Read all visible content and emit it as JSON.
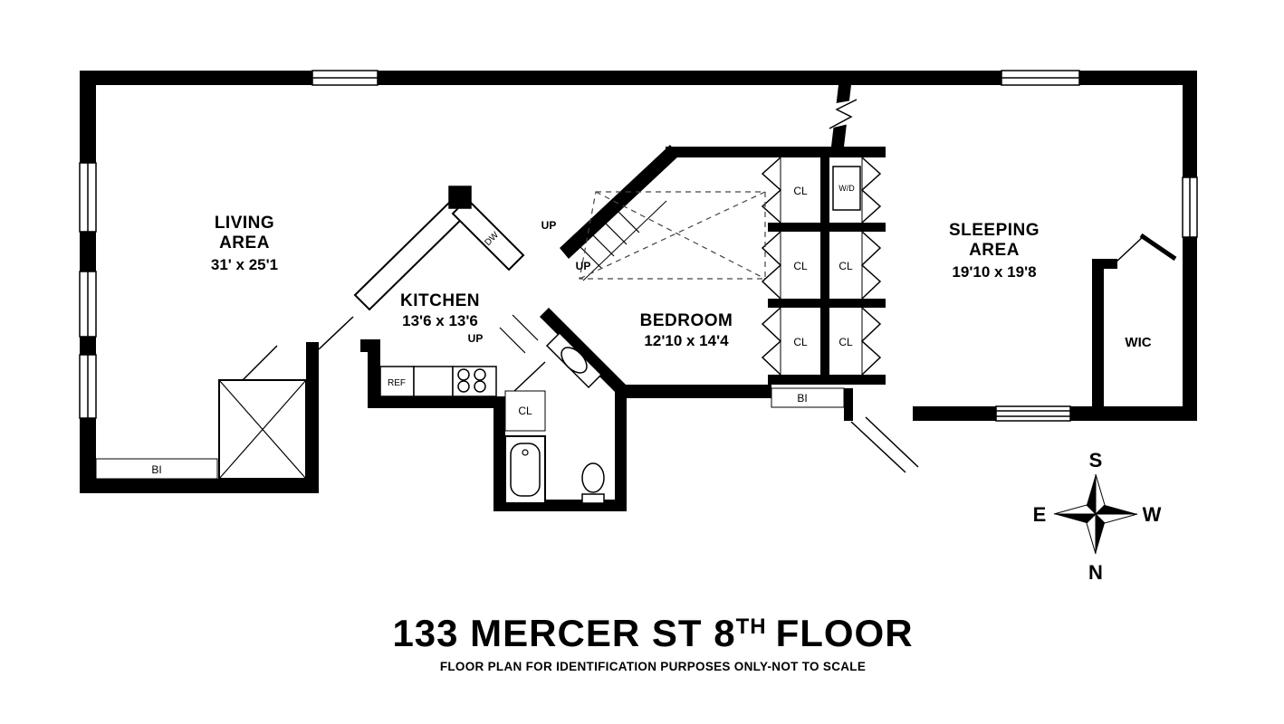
{
  "title": {
    "prefix": "133 MERCER ST 8",
    "superscript": "TH",
    "suffix": "FLOOR",
    "subtitle": "FLOOR PLAN FOR IDENTIFICATION PURPOSES ONLY-NOT TO SCALE"
  },
  "rooms": {
    "living": {
      "line1": "LIVING",
      "line2": "AREA",
      "dims": "31' x 25'1"
    },
    "kitchen": {
      "name": "KITCHEN",
      "dims": "13'6 x 13'6"
    },
    "bedroom": {
      "name": "BEDROOM",
      "dims": "12'10 x 14'4"
    },
    "sleeping": {
      "line1": "SLEEPING",
      "line2": "AREA",
      "dims": "19'10 x 19'8"
    },
    "wic": {
      "name": "WIC"
    }
  },
  "labels": {
    "closet": "CL",
    "washer_dryer": "W/D",
    "built_in": "BI",
    "up": "UP",
    "refrigerator": "REF",
    "dishwasher": "DW"
  },
  "compass": {
    "top": "S",
    "bottom": "N",
    "left": "E",
    "right": "W"
  },
  "colors": {
    "wall": "#000000",
    "background": "#ffffff",
    "dashed_line": "#444444"
  }
}
